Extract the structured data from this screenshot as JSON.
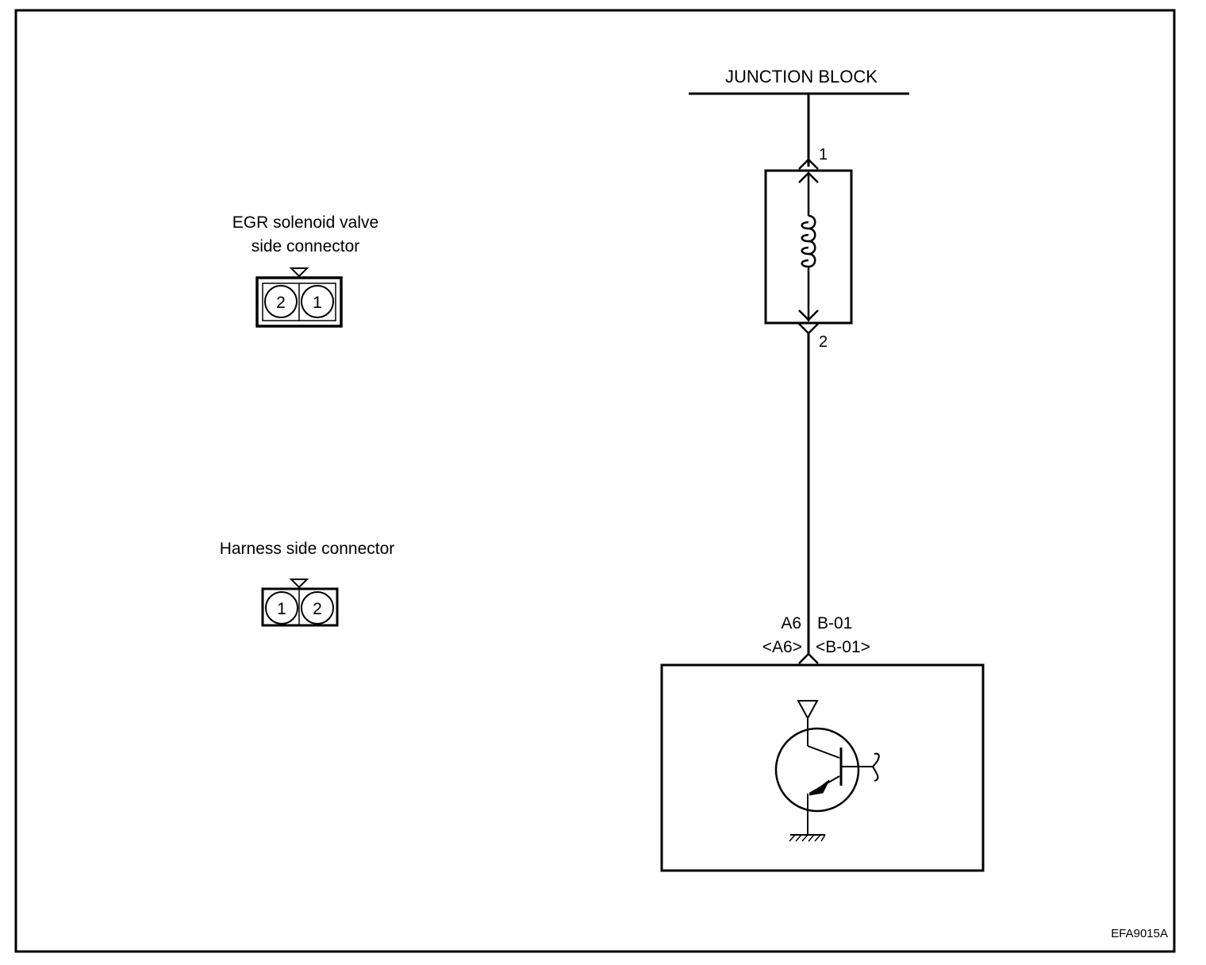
{
  "junction_block": {
    "label": "JUNCTION BLOCK"
  },
  "egr_connector": {
    "title_line1": "EGR solenoid valve",
    "title_line2": "side connector",
    "pins": [
      "2",
      "1"
    ]
  },
  "harness_connector": {
    "title": "Harness side connector",
    "pins": [
      "1",
      "2"
    ]
  },
  "solenoid": {
    "pin_top": "1",
    "pin_bottom": "2"
  },
  "ecm": {
    "pin_left_top": "A6",
    "pin_right_top": "B-01",
    "pin_left_bottom": "<A6>",
    "pin_right_bottom": "<B-01>"
  },
  "figure_code": "EFA9015A"
}
